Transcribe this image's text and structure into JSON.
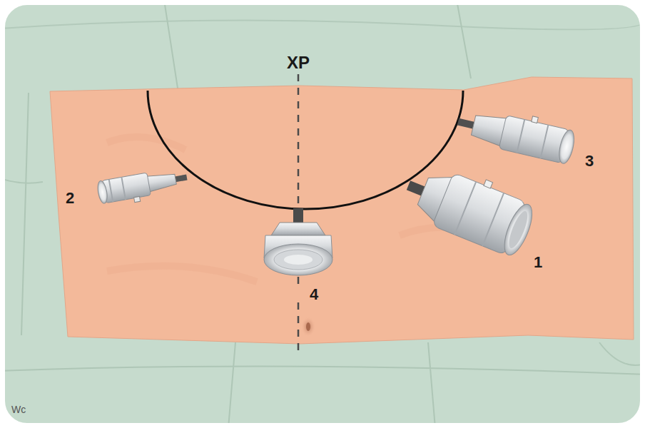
{
  "diagram": {
    "labels": [
      "XP",
      "1",
      "2",
      "3",
      "4",
      "Wc"
    ]
  }
}
